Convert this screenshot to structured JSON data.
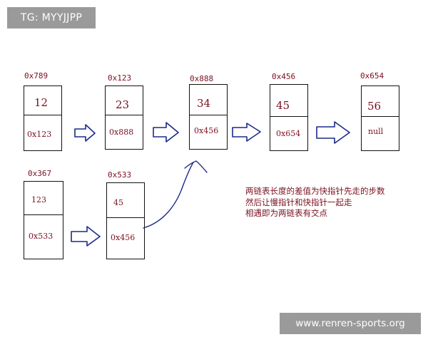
{
  "watermarks": {
    "tag": "TG: MYYJJPP",
    "site": "www.renren-sports.org"
  },
  "list_a": [
    {
      "address": "0x789",
      "value": "12",
      "next": "0x123"
    },
    {
      "address": "0x123",
      "value": "23",
      "next": "0x888"
    },
    {
      "address": "0x888",
      "value": "34",
      "next": "0x456"
    },
    {
      "address": "0x456",
      "value": "45",
      "next": "0x654"
    },
    {
      "address": "0x654",
      "value": "56",
      "next": "null"
    }
  ],
  "list_b": [
    {
      "address": "0x367",
      "value": "123",
      "next": "0x533"
    },
    {
      "address": "0x533",
      "value": "45",
      "next": "0x456"
    }
  ],
  "notes": [
    "两链表长度的差值为快指针先走的步数",
    "然后让慢指针和快指针一起走",
    "相遇即为两链表有交点"
  ],
  "colors": {
    "text": "#7a1020",
    "arrow": "#1c2a8a",
    "box": "#111111"
  }
}
